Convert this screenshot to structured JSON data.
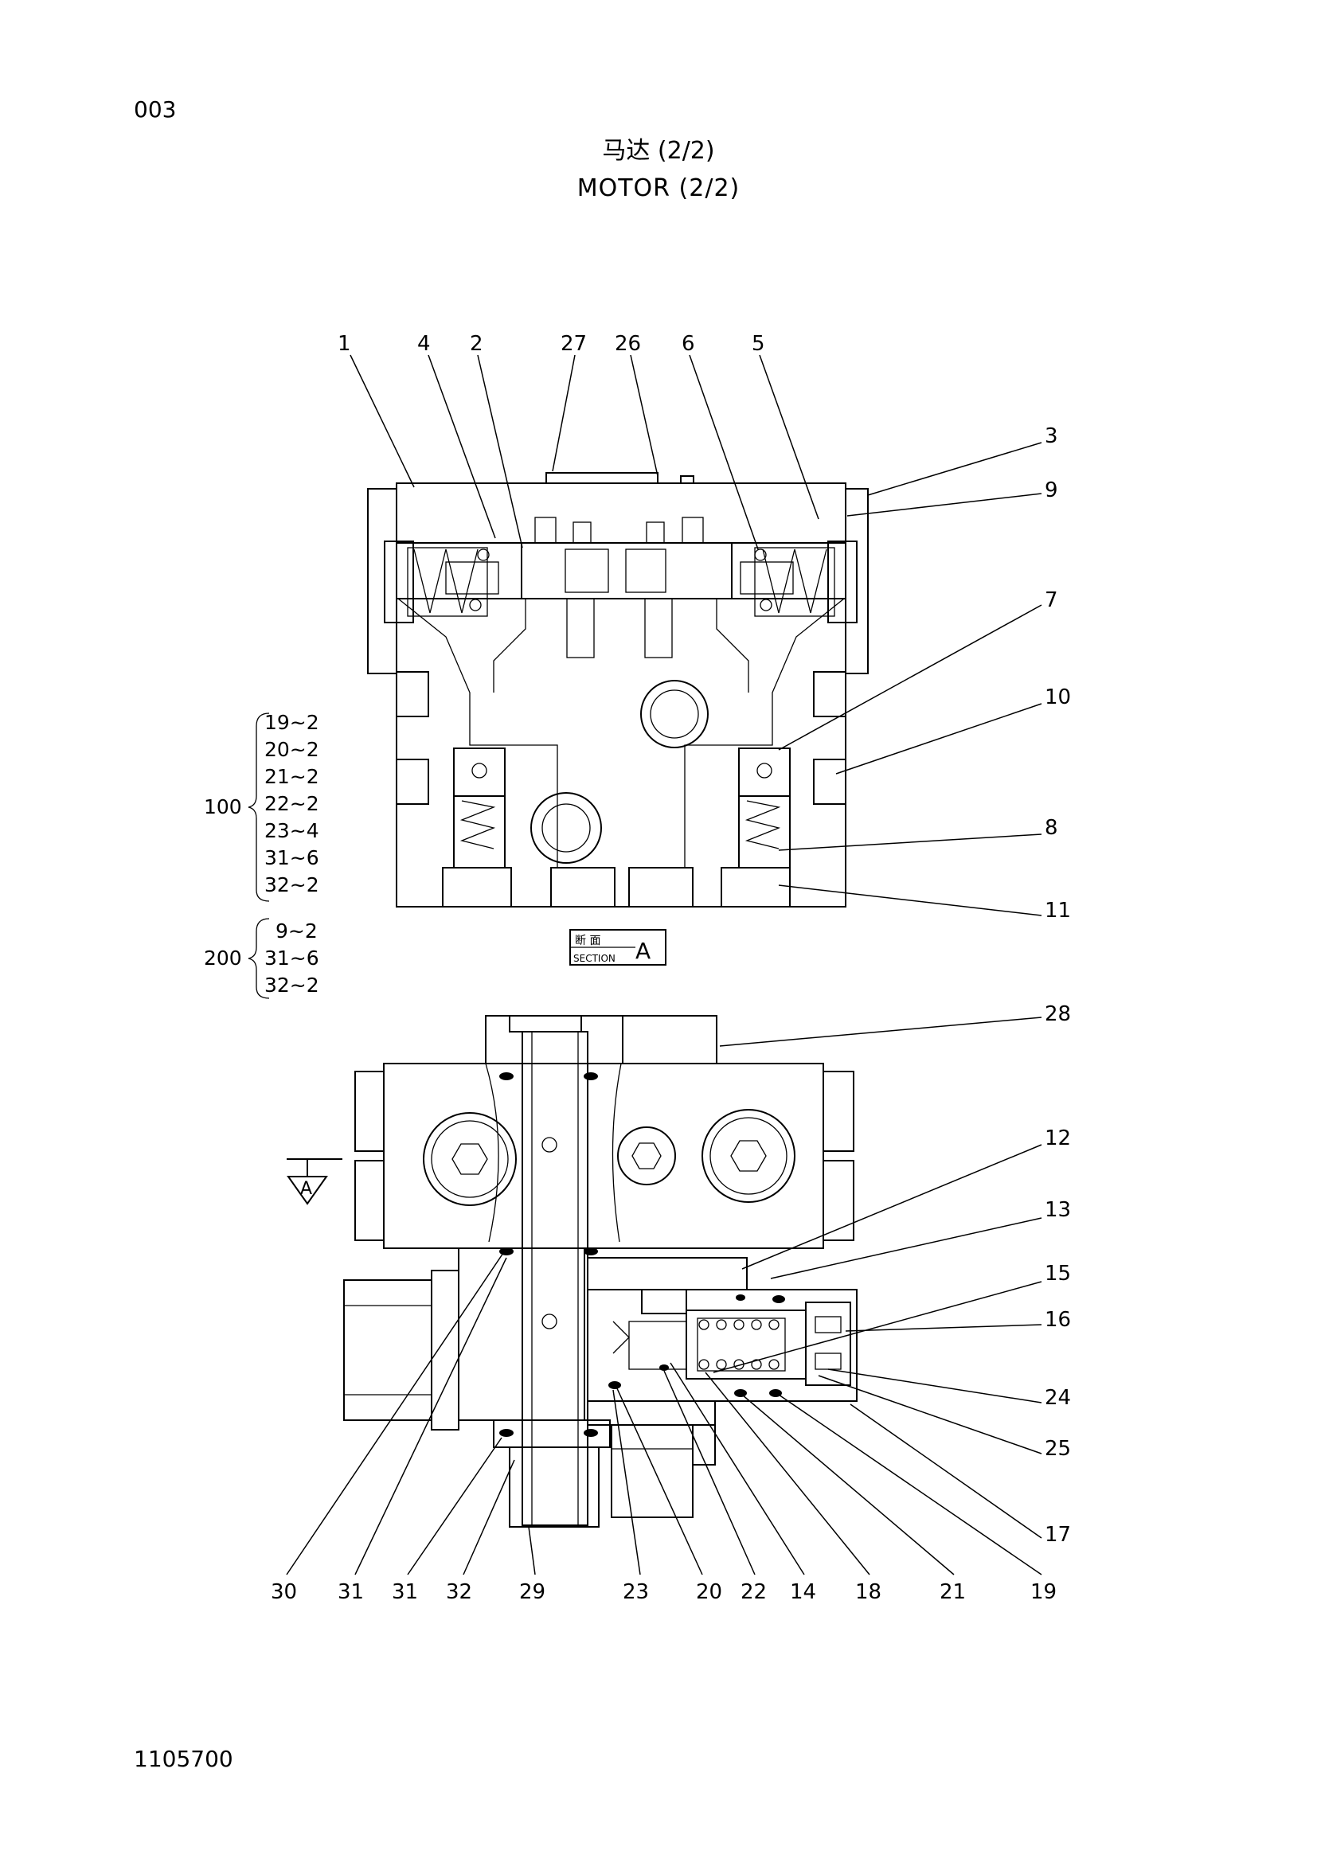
{
  "page_code": "003",
  "title_cn": "马达 (2/2)",
  "title_en": "MOTOR (2/2)",
  "doc_number": "1105700",
  "section_label": {
    "cn": "断 面",
    "en": "SECTION",
    "letter": "A"
  },
  "section_arrow_letter": "A",
  "kits": [
    {
      "number": "100",
      "items": [
        "19~2",
        "20~2",
        "21~2",
        "22~2",
        "23~4",
        "31~6",
        "32~2"
      ]
    },
    {
      "number": "200",
      "items": [
        "9~2",
        "31~6",
        "32~2"
      ]
    }
  ],
  "callouts_top": [
    "1",
    "4",
    "2",
    "27",
    "26",
    "6",
    "5"
  ],
  "callouts_right_upper": [
    "3",
    "9",
    "7",
    "10",
    "8",
    "11"
  ],
  "callouts_right_lower": [
    "28",
    "12",
    "13",
    "15",
    "16",
    "24",
    "25",
    "17"
  ],
  "callouts_bottom": [
    "30",
    "31",
    "31",
    "32",
    "29",
    "23",
    "20",
    "22",
    "14",
    "18",
    "21",
    "19"
  ]
}
